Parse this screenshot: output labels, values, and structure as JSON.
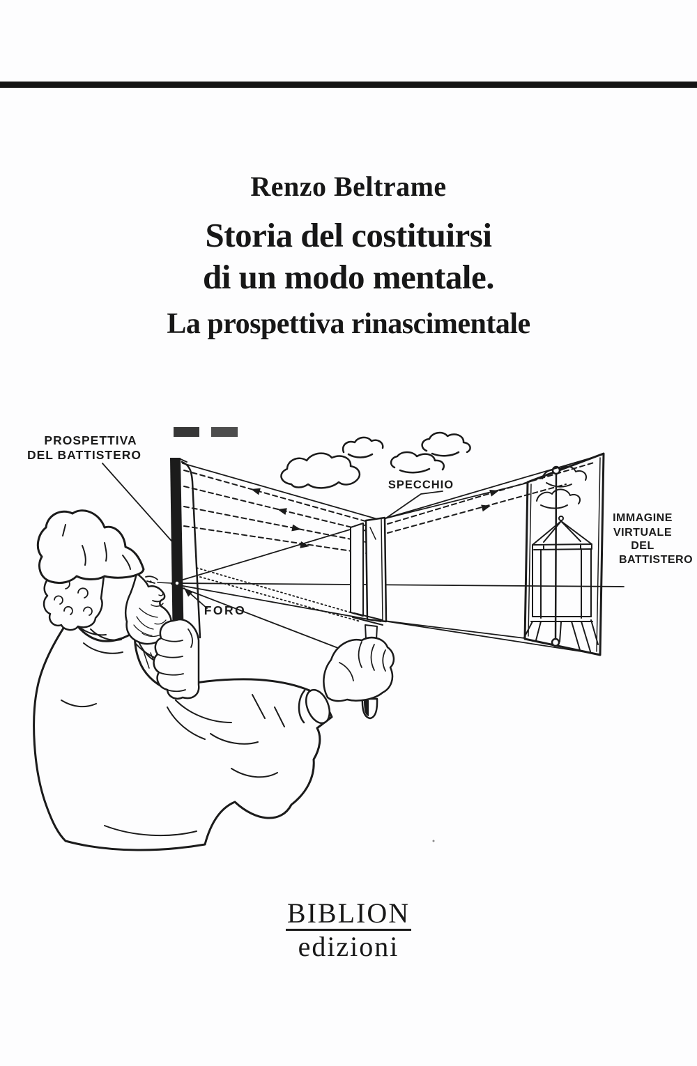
{
  "cover": {
    "author": "Renzo Beltrame",
    "title_line1": "Storia del costituirsi",
    "title_line2": "di un modo mentale.",
    "subtitle": "La prospettiva rinascimentale"
  },
  "illustration": {
    "label_prospettiva_line1": "PROSPETTIVA",
    "label_prospettiva_line2": "DEL BATTISTERO",
    "label_specchio": "SPECCHIO",
    "label_foro": "FORO",
    "label_immagine_line1": "IMMAGINE",
    "label_immagine_line2": "VIRTUALE",
    "label_immagine_line3": "DEL",
    "label_immagine_line4": "BATTISTERO"
  },
  "publisher": {
    "name": "BIBLION",
    "imprint": "edizioni"
  },
  "colors": {
    "ink": "#1b1b1b",
    "background": "#fdfdfe",
    "top_rule": "#141414"
  }
}
